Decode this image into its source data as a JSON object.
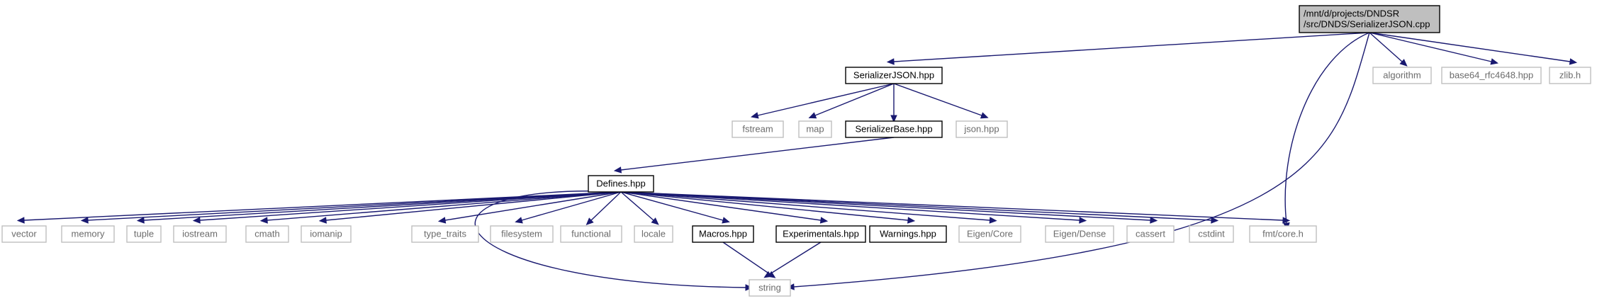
{
  "colors": {
    "edge": "#191970",
    "root_fill": "#bfbfbf",
    "gray_border": "#bfbfbf",
    "gray_text": "#6b6b6b",
    "black": "#000000"
  },
  "nodes": {
    "root": {
      "lines": [
        "/mnt/d/projects/DNDSR",
        "/src/DNDS/SerializerJSON.cpp"
      ],
      "style": "root"
    },
    "serializer_json": {
      "lines": [
        "SerializerJSON.hpp"
      ],
      "style": "black"
    },
    "algorithm": {
      "lines": [
        "algorithm"
      ],
      "style": "gray"
    },
    "base64": {
      "lines": [
        "base64_rfc4648.hpp"
      ],
      "style": "gray"
    },
    "zlib": {
      "lines": [
        "zlib.h"
      ],
      "style": "gray"
    },
    "fstream": {
      "lines": [
        "fstream"
      ],
      "style": "gray"
    },
    "map": {
      "lines": [
        "map"
      ],
      "style": "gray"
    },
    "serializer_base": {
      "lines": [
        "SerializerBase.hpp"
      ],
      "style": "black"
    },
    "json": {
      "lines": [
        "json.hpp"
      ],
      "style": "gray"
    },
    "defines": {
      "lines": [
        "Defines.hpp"
      ],
      "style": "black"
    },
    "vector": {
      "lines": [
        "vector"
      ],
      "style": "gray"
    },
    "memory": {
      "lines": [
        "memory"
      ],
      "style": "gray"
    },
    "tuple": {
      "lines": [
        "tuple"
      ],
      "style": "gray"
    },
    "iostream": {
      "lines": [
        "iostream"
      ],
      "style": "gray"
    },
    "cmath": {
      "lines": [
        "cmath"
      ],
      "style": "gray"
    },
    "iomanip": {
      "lines": [
        "iomanip"
      ],
      "style": "gray"
    },
    "type_traits": {
      "lines": [
        "type_traits"
      ],
      "style": "gray"
    },
    "filesystem": {
      "lines": [
        "filesystem"
      ],
      "style": "gray"
    },
    "functional": {
      "lines": [
        "functional"
      ],
      "style": "gray"
    },
    "locale": {
      "lines": [
        "locale"
      ],
      "style": "gray"
    },
    "macros": {
      "lines": [
        "Macros.hpp"
      ],
      "style": "black"
    },
    "experimentals": {
      "lines": [
        "Experimentals.hpp"
      ],
      "style": "black"
    },
    "warnings": {
      "lines": [
        "Warnings.hpp"
      ],
      "style": "black"
    },
    "eigen_core": {
      "lines": [
        "Eigen/Core"
      ],
      "style": "gray"
    },
    "eigen_dense": {
      "lines": [
        "Eigen/Dense"
      ],
      "style": "gray"
    },
    "cassert": {
      "lines": [
        "cassert"
      ],
      "style": "gray"
    },
    "cstdint": {
      "lines": [
        "cstdint"
      ],
      "style": "gray"
    },
    "fmt_core": {
      "lines": [
        "fmt/core.h"
      ],
      "style": "gray"
    },
    "string": {
      "lines": [
        "string"
      ],
      "style": "gray"
    }
  },
  "edges": [
    [
      "root",
      "serializer_json"
    ],
    [
      "root",
      "algorithm"
    ],
    [
      "root",
      "base64"
    ],
    [
      "root",
      "zlib"
    ],
    [
      "root",
      "fmt_core"
    ],
    [
      "root",
      "string"
    ],
    [
      "serializer_json",
      "fstream"
    ],
    [
      "serializer_json",
      "map"
    ],
    [
      "serializer_json",
      "serializer_base"
    ],
    [
      "serializer_json",
      "json"
    ],
    [
      "serializer_base",
      "defines"
    ],
    [
      "defines",
      "vector"
    ],
    [
      "defines",
      "memory"
    ],
    [
      "defines",
      "tuple"
    ],
    [
      "defines",
      "iostream"
    ],
    [
      "defines",
      "cmath"
    ],
    [
      "defines",
      "iomanip"
    ],
    [
      "defines",
      "string"
    ],
    [
      "defines",
      "type_traits"
    ],
    [
      "defines",
      "filesystem"
    ],
    [
      "defines",
      "functional"
    ],
    [
      "defines",
      "locale"
    ],
    [
      "defines",
      "macros"
    ],
    [
      "defines",
      "experimentals"
    ],
    [
      "defines",
      "warnings"
    ],
    [
      "defines",
      "eigen_core"
    ],
    [
      "defines",
      "eigen_dense"
    ],
    [
      "defines",
      "cassert"
    ],
    [
      "defines",
      "cstdint"
    ],
    [
      "defines",
      "fmt_core"
    ],
    [
      "macros",
      "string"
    ],
    [
      "experimentals",
      "string"
    ]
  ]
}
